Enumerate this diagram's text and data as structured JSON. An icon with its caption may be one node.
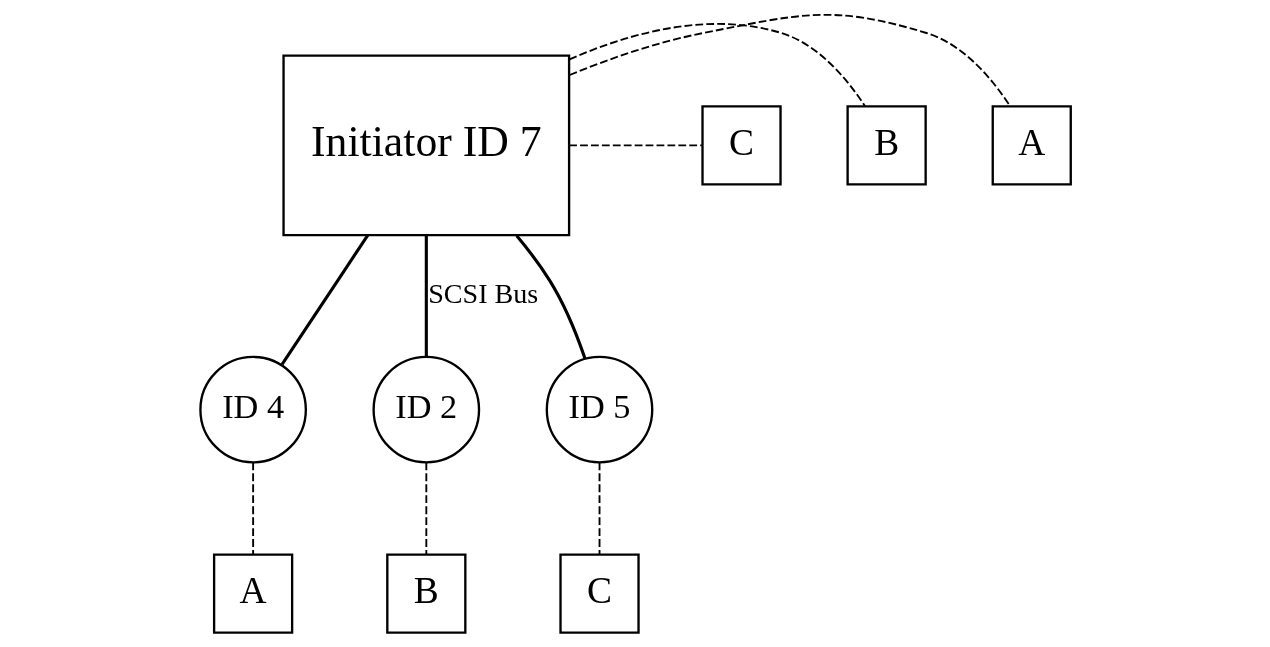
{
  "diagram": {
    "nodes": [
      {
        "text": [
          "Initiator ID 7"
        ]
      },
      {
        "text": [
          "A"
        ]
      },
      {
        "text": [
          "B"
        ]
      },
      {
        "text": [
          "C"
        ]
      },
      {
        "text": [
          "ID 4"
        ]
      },
      {
        "text": [
          "ID 2"
        ]
      },
      {
        "text": [
          "ID 5"
        ]
      },
      {
        "text": [
          "A"
        ]
      },
      {
        "text": [
          "B"
        ]
      },
      {
        "text": [
          "C"
        ]
      }
    ],
    "edges": [
      {
        "from": 0,
        "to": 1,
        "arrow": "none",
        "style": "dashed"
      },
      {
        "from": 0,
        "to": 2,
        "arrow": "none",
        "style": "dashed"
      },
      {
        "from": 0,
        "to": 3,
        "arrow": "none",
        "style": "dashed"
      },
      {
        "from": 0,
        "to": 4,
        "arrow": "none"
      },
      {
        "from": 0,
        "to": 5,
        "arrow": "none",
        "label": "SCSI Bus"
      },
      {
        "from": 0,
        "to": 6,
        "arrow": "none"
      },
      {
        "from": 4,
        "to": 7,
        "arrow": "none",
        "style": "dashed"
      },
      {
        "from": 5,
        "to": 8,
        "arrow": "none",
        "style": "dashed"
      },
      {
        "from": 6,
        "to": 9,
        "arrow": "none",
        "style": "dashed"
      }
    ]
  }
}
